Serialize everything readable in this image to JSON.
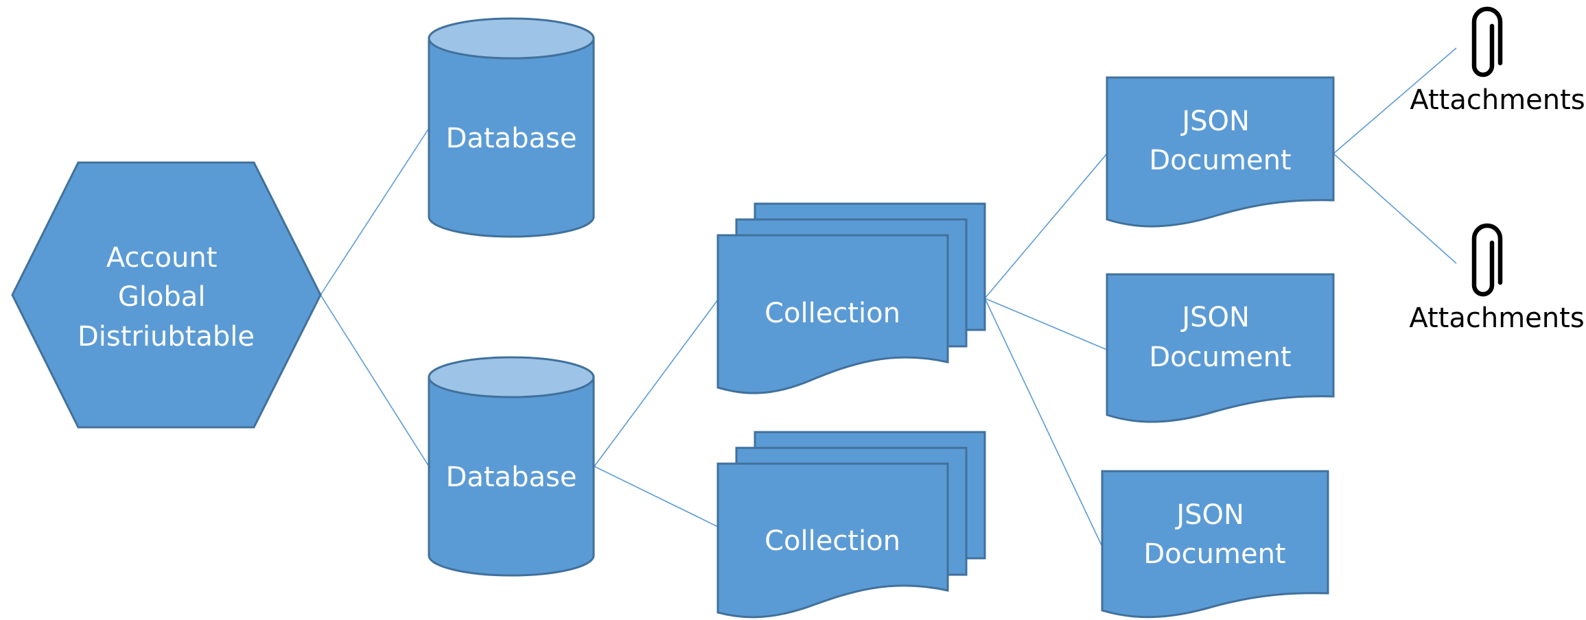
{
  "diagram": {
    "account": {
      "lines": [
        "Account",
        "Global",
        "Distriubtable"
      ]
    },
    "databases": [
      {
        "label": "Database"
      },
      {
        "label": "Database"
      }
    ],
    "collections": [
      {
        "label": "Collection"
      },
      {
        "label": "Collection"
      }
    ],
    "documents": [
      {
        "lines": [
          "JSON",
          "Document"
        ]
      },
      {
        "lines": [
          "JSON",
          "Document"
        ]
      },
      {
        "lines": [
          "JSON",
          "Document"
        ]
      }
    ],
    "attachments": [
      {
        "label": "Attachments",
        "icon": "paperclip-icon"
      },
      {
        "label": "Attachments",
        "icon": "paperclip-icon"
      }
    ],
    "colors": {
      "fill": "#5b9bd5",
      "fill_top": "#9dc3e6",
      "stroke": "#41719c",
      "connector": "#5b9bd5"
    }
  }
}
